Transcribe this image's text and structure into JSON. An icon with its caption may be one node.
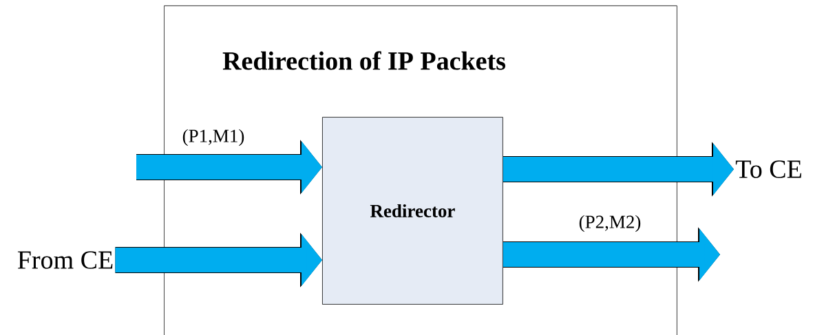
{
  "diagram": {
    "nodes": [
      {
        "text": [
          "Redirection of IP Packets"
        ]
      },
      {
        "text": [
          "Redirector"
        ],
        "in": 0
      },
      {
        "text": [
          "From CE"
        ]
      },
      {
        "text": [
          "To CE"
        ]
      }
    ],
    "edges": [
      {
        "from": null,
        "to": 1,
        "arrow": "to",
        "label": "(P1,M1)"
      },
      {
        "from": 2,
        "to": 1,
        "arrow": "to"
      },
      {
        "from": 1,
        "to": 3,
        "arrow": "to"
      },
      {
        "from": 1,
        "to": null,
        "arrow": "to",
        "label": "(P2,M2)"
      }
    ]
  }
}
